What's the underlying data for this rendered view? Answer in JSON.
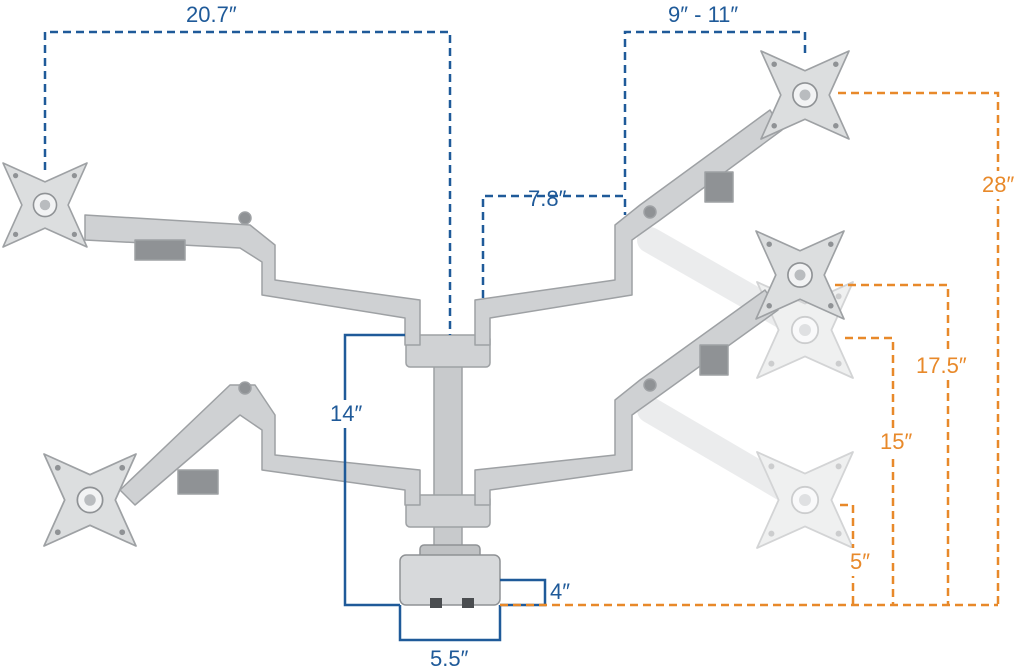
{
  "colors": {
    "blue": "#1f5a99",
    "orange": "#e8892a",
    "arm": "#c8cacc",
    "arm_dark": "#8f9295",
    "ghost": "#e6e7e8"
  },
  "dimensions": {
    "arm_reach": "20.7″",
    "monitor_offset": "9″ - 11″",
    "arm_spacing": "7.8″",
    "pole_height": "14″",
    "clamp_thickness": "4″",
    "base_width": "5.5″",
    "max_height": "28″",
    "height_mid": "17.5″",
    "height_low": "15″",
    "height_min": "5″"
  }
}
